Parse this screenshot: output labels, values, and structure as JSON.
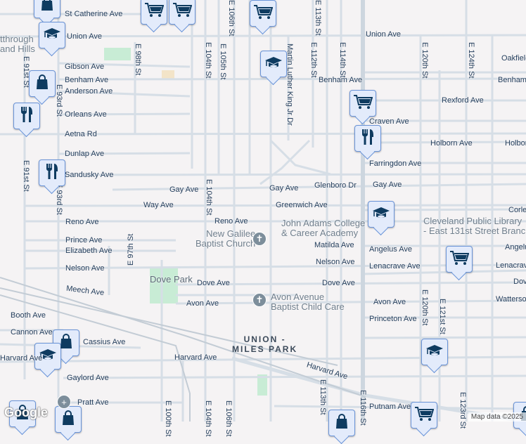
{
  "map": {
    "attribution": "Map data ©2025",
    "logo": "Google",
    "colors": {
      "background": "#f5f3f4",
      "road": "#d6dee6",
      "park": "#c8ecd5",
      "marker_fill": "#e3ebfb",
      "marker_border": "#6a94d8",
      "icon": "#0e3b60"
    },
    "streets_h": [
      "St Catherine Ave",
      "Union Ave",
      "Union Ave",
      "Gibson Ave",
      "Benham Ave",
      "Benham Ave",
      "Benham Ave",
      "Anderson Ave",
      "Orleans Ave",
      "Aetna Rd",
      "Dunlap Ave",
      "Sandusky Ave",
      "Gay Ave",
      "Gay Ave",
      "Glenboro Dr",
      "Gay Ave",
      "Way Ave",
      "Greenwich Ave",
      "Reno Ave",
      "Reno Ave",
      "Prince Ave",
      "Elizabeth Ave",
      "Matilda Ave",
      "Angelus Ave",
      "Angelus Ave",
      "Nelson Ave",
      "Nelson Ave",
      "Lenacrave Ave",
      "Lenacrave Ave",
      "Meech Ave",
      "Dove Ave",
      "Dove Ave",
      "Dove Ave",
      "Avon Ave",
      "Avon Ave",
      "Watterson",
      "Booth Ave",
      "Cannon Ave",
      "Cassius Ave",
      "Princeton Ave",
      "Harvard Ave",
      "Harvard Ave",
      "Harvard Ave",
      "Gaylord Ave",
      "Pratt Ave",
      "Putnam Ave",
      "Oakfield",
      "Rexford Ave",
      "Craven Ave",
      "Holborn Ave",
      "Holborn Ave",
      "Farringdon Ave",
      "Corlett Ave"
    ],
    "streets_v": [
      "E 91st St",
      "E 91st St",
      "E 93rd St",
      "E 93rd St",
      "E 98th St",
      "E 104th St",
      "E 105th St",
      "E 106th St",
      "E 104th St",
      "E 97th St",
      "Martin Luther King Jr Dr",
      "E 112th St",
      "E 113th St",
      "E 114th St",
      "E 120th St",
      "E 124th St",
      "E 120th St",
      "E 121st St",
      "E 123rd St",
      "E 113th St",
      "E 116th St",
      "E 100th St",
      "E 104th St",
      "E 106th St"
    ],
    "places": [
      "New Galilee\nBaptist Church",
      "John Adams College\n& Career Academy",
      "Cleveland Public Library\n- East 131st Street Branch",
      "Avon Avenue\nBaptist Child Care",
      "Dove Park",
      "tthrough\nand Hills"
    ],
    "areas": [
      "UNION -\nMILES PARK"
    ],
    "markers": [
      "shopping-bag",
      "school",
      "shopping-bag",
      "restaurant",
      "restaurant",
      "shopping-cart",
      "shopping-cart",
      "shopping-cart",
      "school",
      "shopping-cart",
      "restaurant",
      "school",
      "shopping-cart",
      "school",
      "shopping-bag",
      "school",
      "shopping-bag",
      "shopping-bag",
      "shopping-bag",
      "shopping-cart",
      "shopping-bag"
    ],
    "churches": [
      "church",
      "church",
      "hospital"
    ]
  }
}
